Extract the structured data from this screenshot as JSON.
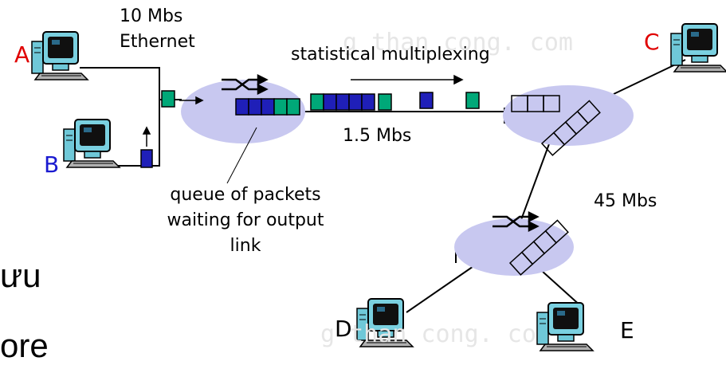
{
  "labels": {
    "link_a": "10 Mbs",
    "link_a_type": "Ethernet",
    "multiplexing": "statistical multiplexing",
    "link_main": "1.5 Mbs",
    "link_c_d": "45 Mbs",
    "queue_line1": "queue of packets",
    "queue_line2": "waiting for output",
    "queue_line3": "link"
  },
  "hosts": {
    "a": "A",
    "b": "B",
    "c": "C",
    "d": "D",
    "e": "E"
  },
  "background": {
    "watermark_top": "g than cong. com",
    "watermark_bottom": "g than cong. co",
    "slide_text_1": "ưu",
    "slide_text_2": "ore"
  },
  "colors": {
    "host_a": "#e00000",
    "host_b": "#1a1ad0",
    "host_c": "#e00000",
    "host_d": "#000000",
    "host_e": "#000000",
    "router": "#c8c8f0",
    "packet_green": "#00a878",
    "packet_blue": "#1f1fb8"
  }
}
